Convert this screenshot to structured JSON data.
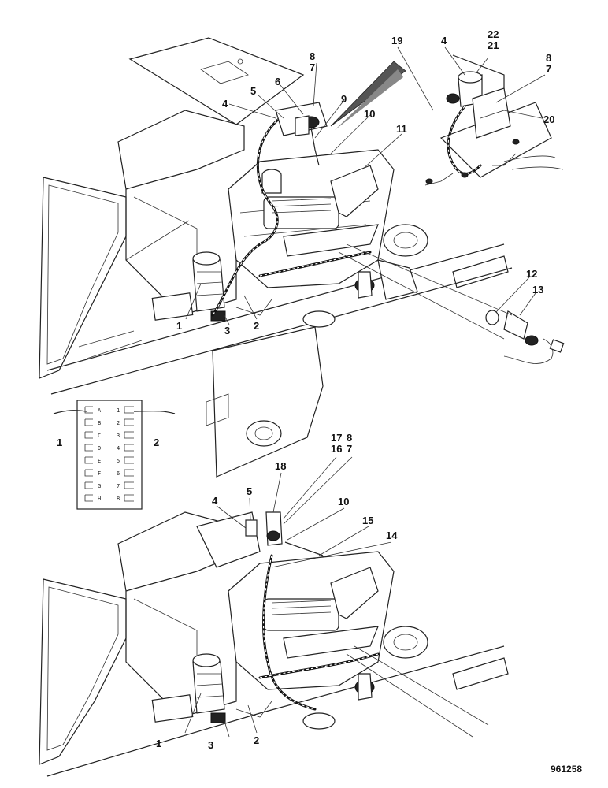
{
  "drawing": {
    "reference_number": "961258",
    "top_view_callouts": [
      "1",
      "2",
      "3",
      "4",
      "5",
      "6",
      "7",
      "8",
      "9",
      "10",
      "11",
      "12",
      "13"
    ],
    "inset_callouts": [
      "4",
      "7",
      "8",
      "19",
      "20",
      "21",
      "22"
    ],
    "lower_view_callouts": [
      "1",
      "2",
      "3",
      "4",
      "5",
      "7",
      "8",
      "10",
      "14",
      "15",
      "16",
      "17",
      "18"
    ],
    "connector": {
      "left_wire": "1",
      "right_wire": "2",
      "pins_left": [
        "A",
        "B",
        "C",
        "D",
        "E",
        "F",
        "G",
        "H"
      ],
      "pins_right": [
        "1",
        "2",
        "3",
        "4",
        "5",
        "6",
        "7",
        "8"
      ]
    }
  }
}
